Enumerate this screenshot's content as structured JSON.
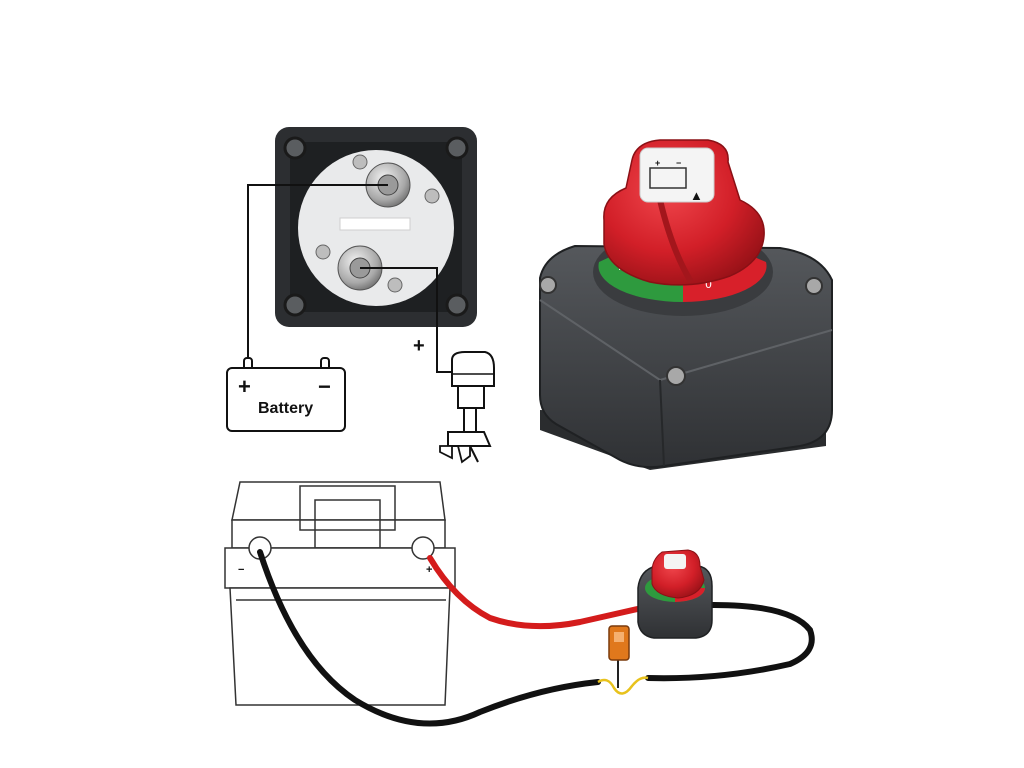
{
  "colors": {
    "positive_cable": "#d41c1c",
    "negative_cable": "#111111",
    "switch_body": "#3f4245",
    "knob_red": "#d8202a",
    "ring_green": "#2e9a3e",
    "fuse_orange": "#e0781c"
  },
  "wiring_diagram": {
    "battery_label": "Battery",
    "battery_plus": "+",
    "battery_minus": "−",
    "motor_plus": "+"
  },
  "switch_product": {
    "knob_plus": "+",
    "knob_minus": "−",
    "knob_arrow": "▲",
    "position_on": "I",
    "position_off": "0"
  },
  "install_diagram": {
    "terminal_plus": "+",
    "terminal_minus": "−"
  },
  "icons": [
    "battery-icon",
    "outboard-motor-icon",
    "arrow-up-icon"
  ]
}
